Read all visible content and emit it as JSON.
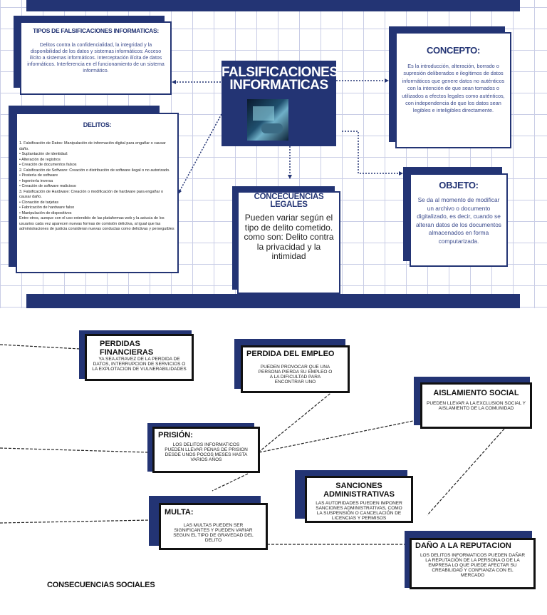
{
  "central": {
    "title": "FALSIFICACIONES INFORMATICAS"
  },
  "tipos": {
    "title": "TIPOS DE FALSIFICACIONES INFORMATICAS:",
    "body": "Delitos contra la confidencialidad, la integridad y la disponibilidad de los datos y sistemas informáticos: Acceso ilícito a sistemas informáticos. Interceptación ilícita de datos informáticos. Interferencia en el funcionamiento de un sistema informático."
  },
  "concepto": {
    "title": "CONCEPTO:",
    "body": "Es la introducción, alteración, borrado o supresión deliberados e ilegítimos de datos informáticos que genere datos no auténticos con la intención de que sean tomados o utilizados a efectos legales como auténticos, con independencia de que los datos sean legibles e inteligibles directamente."
  },
  "delitos": {
    "title": "DELITOS:",
    "lines": [
      "1. Falsificación de Datos:  Manipulación de información digital para engañar o causar daño.",
      "• Suplantación de identidad:",
      "• Alteración de registros",
      "• Creación de documentos falsos",
      "2. Falsificación de Software: Creación o distribución de software ilegal o no autorizado.",
      "• Piratería de software",
      "• Ingeniería inversa",
      "• Creación de software malicioso",
      "3. Falsificación de Hardware: Creación o modificación de hardware para engañar o causar daño.",
      "• Clonación de tarjetas",
      "• Fabricación de hardware falso",
      "• Manipulación de dispositivos",
      "Entre otros, aunque con el uso extendido de las plataformas web y la astucia de los usuarios cada vez aparecen nuevas formas de comisión delictiva, al igual que las administraciones de justicia consideran nuevas conductas como delictivas y perseguibles"
    ]
  },
  "objeto": {
    "title": "OBJETO:",
    "body": "Se da al momento de modificar un archivo o documento digitalizado, es decir, cuando se alteran datos de los documentos almacenados en forma computarizada."
  },
  "consecuencias": {
    "title": "CONCECUENCIAS LEGALES",
    "body": "Pueden variar según el tipo de delito cometido. como son: Delito contra la privacidad y la intimidad"
  },
  "perdidas": {
    "title": "PERDIDAS FINANCIERAS",
    "body": "YA SEA ATRAVEZ DE LA PERDIDA DE DATOS, INTERRUPCION DE SERVICIOS O LA EXPLOTACION DE VULNERABILIDADES"
  },
  "empleo": {
    "title": "PERDIDA DEL EMPLEO",
    "body": "PUEDEN PROVOCAR QUE UNA PERSONA PIERDA SU EMPLEO O A LA DIFICULTAD PARA ENCONTRAR UNO"
  },
  "aislamiento": {
    "title": "AISLAMIENTO SOCIAL",
    "body": "PUEDEN LLEVAR A LA EXCLUSION SOCIAL Y AISLAMIENTO DE LA COMUNIDAD"
  },
  "prision": {
    "title": "PRISIÓN:",
    "body": "LOS DELITOS INFORMATICOS PUEDEN LLEVAR PENAS DE PRISION DESDE UNOS POCOS MESES HASTA VARIOS AÑOS"
  },
  "sanciones": {
    "title": "SANCIONES ADMINISTRATIVAS",
    "body": "LAS AUTORIDADES PUEDEN IMPONER SANCIONES ADMINISTRATIVAS, COMO LA SUSPENSIÓN O CANCELACIÓN DE LICENCIAS Y PERMISOS"
  },
  "multa": {
    "title": "MULTA:",
    "body": "LAS MULTAS PUEDEN SER SIGNIFICANTES Y PUEDEN VARIAR SEGUN EL TIPO DE GRAVEDAD DEL DELITO"
  },
  "reputacion": {
    "title": "DAÑO A LA REPUTACION",
    "body": "LOS DELITOS INFORMATICOS PUEDEN DAÑAR LA REPUTACIÓN DE LA PERSONA O DE LA EMPRESA LO QUE PUEDE AFECTAR SU CREABILIDAD Y CONFIANZA CON EL MERCADO"
  },
  "footer": {
    "label": "CONSECUENCIAS SOCIALES"
  },
  "colors": {
    "navy": "#233474",
    "text_blue": "#3a4a8c",
    "black": "#111111"
  }
}
